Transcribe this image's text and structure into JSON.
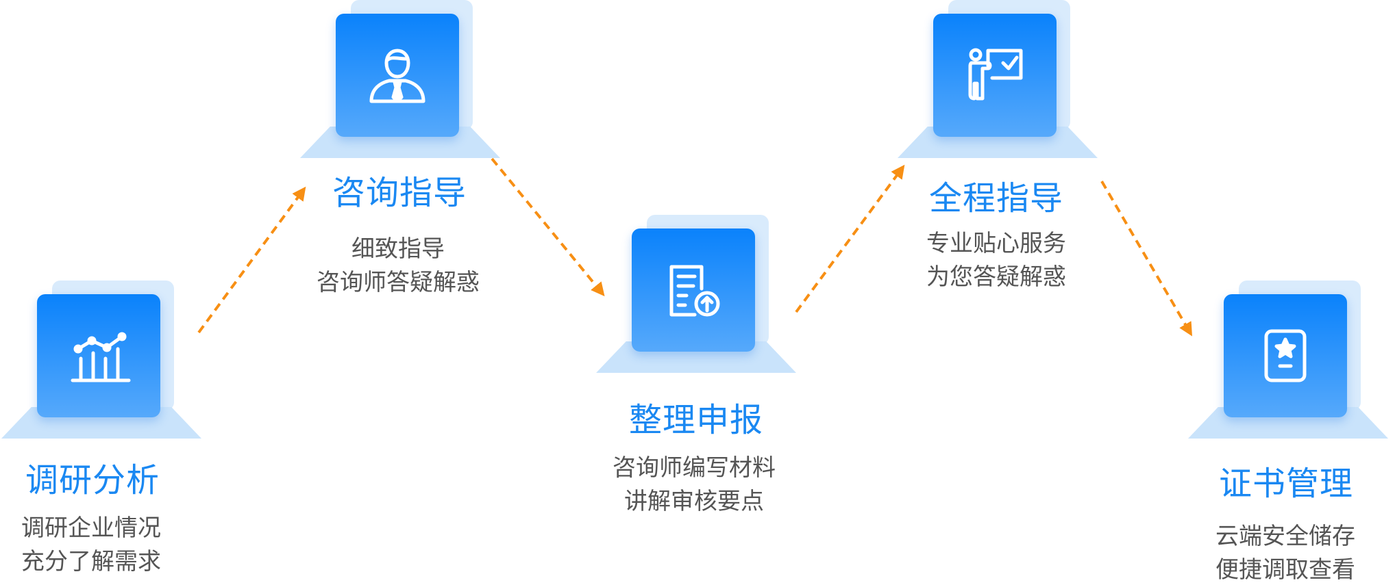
{
  "colors": {
    "accent_blue": "#1a88f2",
    "card_gradient_top": "#0a82fb",
    "card_gradient_bottom": "#56a9fb",
    "arrow_orange": "#f78f14",
    "description_gray": "#555555"
  },
  "steps": [
    {
      "icon": "bar-chart-trend-icon",
      "title": "调研分析",
      "description": [
        "调研企业情况",
        "充分了解需求"
      ]
    },
    {
      "icon": "consultant-person-icon",
      "title": "咨询指导",
      "description": [
        "细致指导",
        "咨询师答疑解惑"
      ]
    },
    {
      "icon": "document-upload-icon",
      "title": "整理申报",
      "description": [
        "咨询师编写材料",
        "讲解审核要点"
      ]
    },
    {
      "icon": "teacher-presentation-icon",
      "title": "全程指导",
      "description": [
        "专业贴心服务",
        "为您答疑解惑"
      ]
    },
    {
      "icon": "certificate-icon",
      "title": "证书管理",
      "description": [
        "云端安全储存",
        "便捷调取查看"
      ]
    }
  ]
}
